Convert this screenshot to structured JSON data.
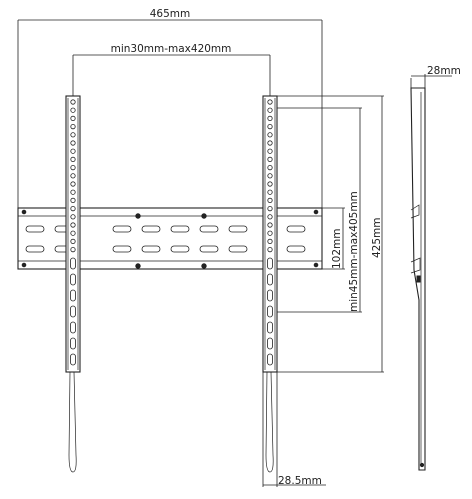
{
  "dimensions": {
    "overall_width": "465mm",
    "arm_spacing": "min30mm-max420mm",
    "rail_height": "102mm",
    "vesa_vertical": "min45mm-max405mm",
    "arm_height": "425mm",
    "profile_depth": "28mm",
    "arm_width": "28.5mm"
  }
}
